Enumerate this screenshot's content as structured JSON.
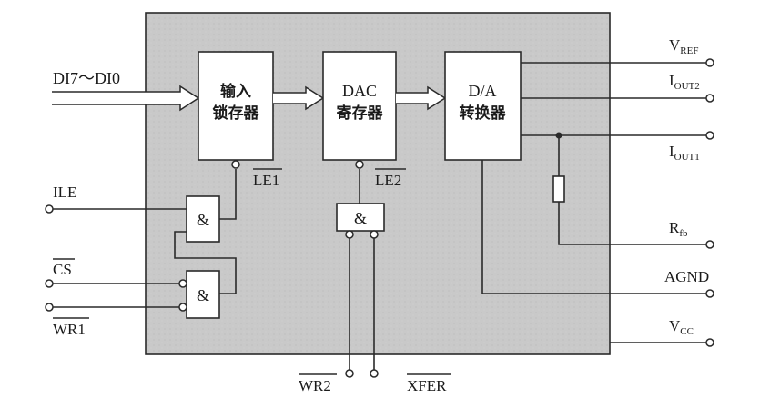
{
  "diagram": {
    "blocks": {
      "input_latch": {
        "line1": "输入",
        "line2": "锁存器"
      },
      "dac_register": {
        "line1": "DAC",
        "line2": "寄存器"
      },
      "da_converter": {
        "line1": "D/A",
        "line2": "转换器"
      }
    },
    "input_bus": {
      "label": "DI7～DI0"
    },
    "signals": {
      "le1": "LE1",
      "le2": "LE2",
      "ile": "ILE",
      "cs": "CS",
      "wr1": "WR1",
      "wr2": "WR2",
      "xfer": "XFER",
      "vref_main": "V",
      "vref_sub": "REF",
      "iout2_main": "I",
      "iout2_sub": "OUT2",
      "iout1_main": "I",
      "iout1_sub": "OUT1",
      "rfb_main": "R",
      "rfb_sub": "fb",
      "agnd": "AGND",
      "vcc_main": "V",
      "vcc_sub": "CC"
    },
    "gates": {
      "and_top": "&",
      "and_bottom": "&",
      "and_mid": "&"
    },
    "colors": {
      "chip_fill": "#c8c8c8",
      "line": "#2a2a2a"
    }
  }
}
